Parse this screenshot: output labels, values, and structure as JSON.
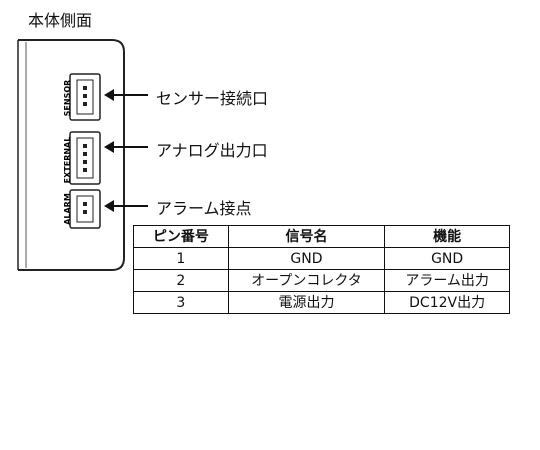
{
  "title": "本体側面",
  "connectors": [
    {
      "side_label": "SENSOR",
      "callout": "センサー接続口"
    },
    {
      "side_label": "EXTERNAL",
      "callout": "アナログ出力口"
    },
    {
      "side_label": "ALARM",
      "callout": "アラーム接点"
    }
  ],
  "table": {
    "headers": [
      "ピン番号",
      "信号名",
      "機能"
    ],
    "rows": [
      [
        "1",
        "GND",
        "GND"
      ],
      [
        "2",
        "オープンコレクタ",
        "アラーム出力"
      ],
      [
        "3",
        "電源出力",
        "DC12V出力"
      ]
    ]
  }
}
